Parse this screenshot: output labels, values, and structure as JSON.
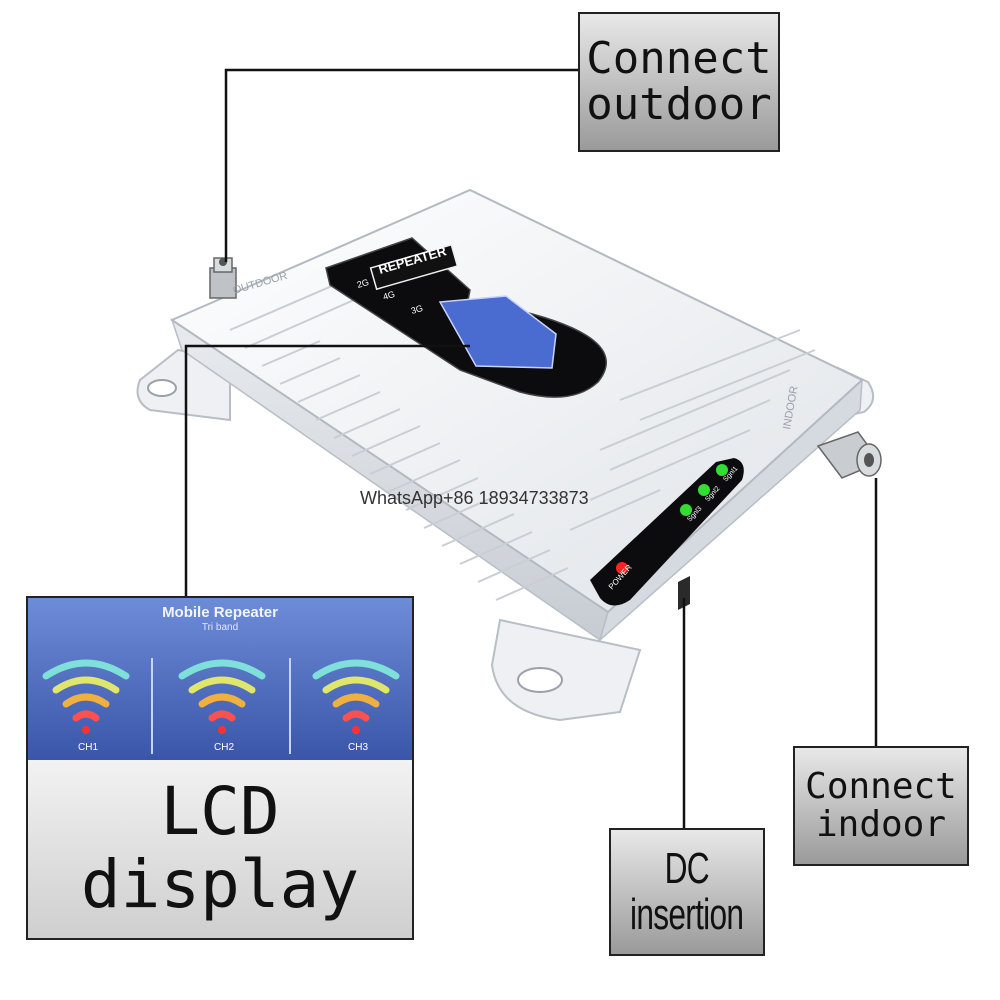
{
  "labels": {
    "outdoor": [
      "Connect",
      "outdoor"
    ],
    "indoor": [
      "Connect",
      "indoor"
    ],
    "dc": [
      "DC",
      "insertion"
    ],
    "lcd": [
      "LCD",
      "display"
    ]
  },
  "watermark": "WhatsApp+86 18934733873",
  "device": {
    "badge": "REPEATER",
    "bands": [
      "2G",
      "4G",
      "3G"
    ],
    "port_outdoor": "OUTDOOR",
    "port_indoor": "INDOOR",
    "power_label": "POWER",
    "signal_labels": [
      "Sgnl3",
      "Sgnl2",
      "Sgnl1"
    ]
  },
  "lcd": {
    "title": "Mobile Repeater",
    "subtitle": "Tri band",
    "channels": [
      "CH1",
      "CH2",
      "CH3"
    ]
  },
  "colors": {
    "device_body": "#f2f4f6",
    "lcd_screen": "#4a6bd0",
    "led_green": "#33dd33",
    "led_red": "#ff2222"
  }
}
